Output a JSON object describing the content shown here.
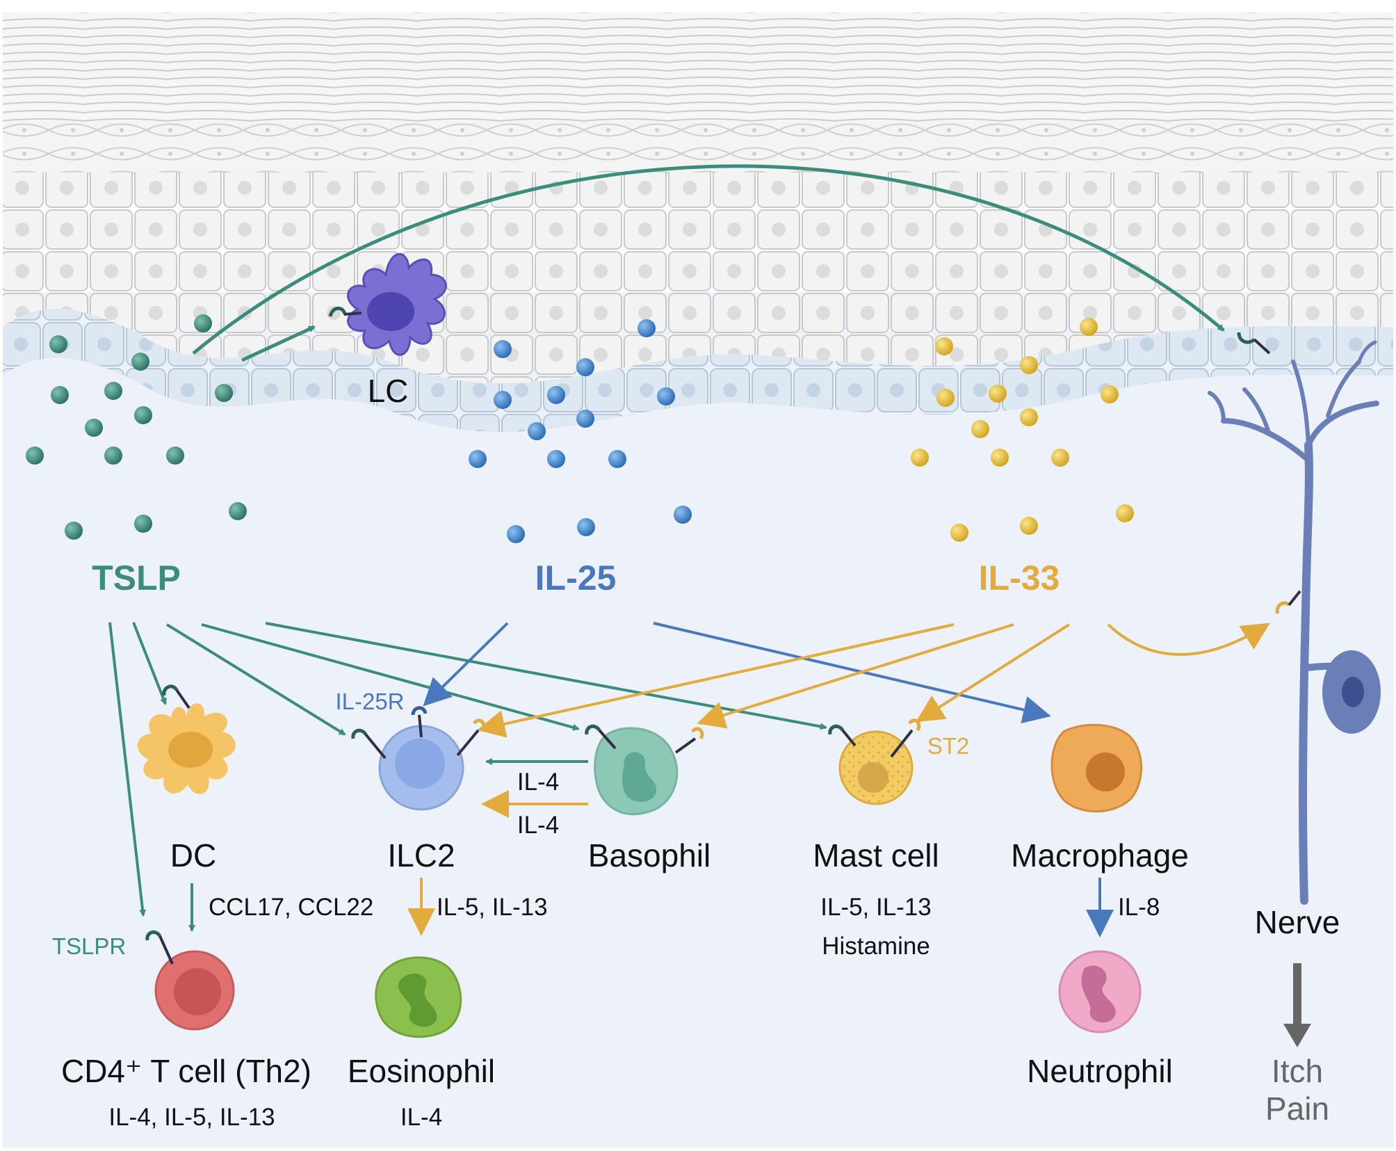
{
  "colors": {
    "tslp": "#3a8c7c",
    "il25": "#4a78bf",
    "il33": "#e3ab3c",
    "nerve": "#6a7fb8",
    "lc": "#7a6fd2",
    "dc": "#f4c466",
    "ilc2": "#a5bdec",
    "basophil": "#8cc8b6",
    "mast": "#f3cb62",
    "macrophage": "#efaa57",
    "tcell": "#e0706f",
    "eosinophil": "#8bc04f",
    "neutrophil": "#f1a9c8",
    "outcome": "#666666",
    "background": "#edf1f9"
  },
  "cytokines": {
    "tslp": "TSLP",
    "il25": "IL-25",
    "il33": "IL-33"
  },
  "receptors": {
    "tslpr": "TSLPR",
    "il25r": "IL-25R",
    "st2": "ST2"
  },
  "cells": {
    "lc": "LC",
    "dc": "DC",
    "ilc2": "ILC2",
    "basophil": "Basophil",
    "mast": "Mast cell",
    "macrophage": "Macrophage",
    "nerve": "Nerve",
    "tcell": "CD4⁺ T cell (Th2)",
    "eosinophil": "Eosinophil",
    "neutrophil": "Neutrophil"
  },
  "mediators": {
    "dc_out": "CCL17, CCL22",
    "ilc2_out": "IL-5, IL-13",
    "baso_to_ilc2": "IL-4",
    "il33_to_ilc2": "IL-4",
    "mast_out_1": "IL-5, IL-13",
    "mast_out_2": "Histamine",
    "macro_out": "IL-8",
    "tcell_out": "IL-4, IL-5, IL-13",
    "eos_out": "IL-4"
  },
  "outcome": {
    "line1": "Itch",
    "line2": "Pain"
  }
}
